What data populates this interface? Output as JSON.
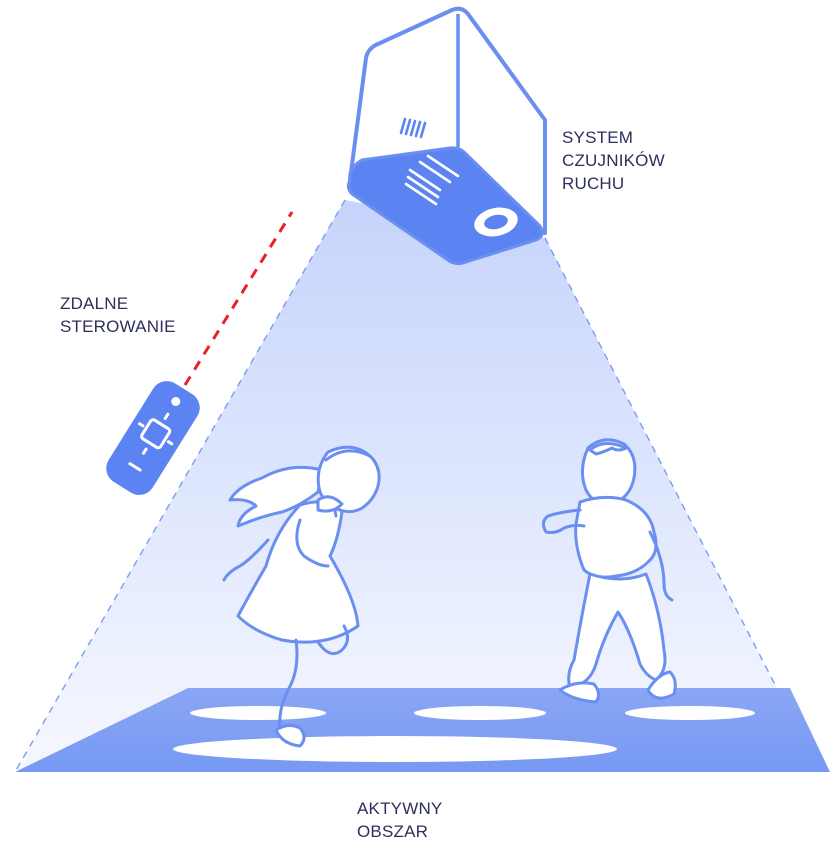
{
  "labels": {
    "sensor_system": [
      "SYSTEM",
      "CZUJNIKÓW",
      "RUCHU"
    ],
    "remote_control": [
      "ZDALNE",
      "STEROWANIE"
    ],
    "active_area": [
      "AKTYWNY",
      "OBSZAR"
    ]
  },
  "colors": {
    "accent": "#5b84f2",
    "outline": "#6a8ff0",
    "light_fill": "#dfe7fd",
    "beam": "#c7d4fb",
    "laser": "#e8202a",
    "text": "#2d2f5c"
  },
  "icons": {
    "projector": "motion-sensor-projector-icon",
    "remote": "remote-control-icon",
    "girl": "dancing-girl-illustration",
    "boy": "dancing-boy-illustration"
  }
}
